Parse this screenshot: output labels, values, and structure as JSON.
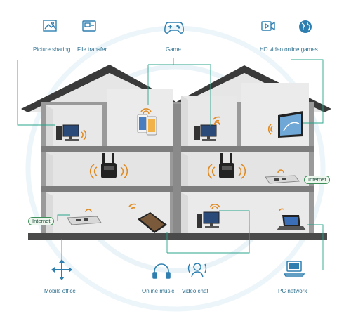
{
  "colors": {
    "accent": "#2e7fb0",
    "label": "#2d6f8e",
    "connector": "#2aa48c",
    "roof": "#3a3a3a",
    "wall": "#8d8d8d",
    "room": "#ececec",
    "wifi": "#e08a22",
    "badge_border": "#3f8f5a"
  },
  "features": {
    "picture_sharing": {
      "label": "Picture sharing",
      "icon": "picture-icon"
    },
    "file_transfer": {
      "label": "File transfer",
      "icon": "file-transfer-icon"
    },
    "game": {
      "label": "Game",
      "icon": "gamepad-icon"
    },
    "hd_video": {
      "label": "HD video online games",
      "icon": "video-camera-icon"
    },
    "globe": {
      "icon": "globe-icon"
    },
    "mobile_office": {
      "label": "Mobile office",
      "icon": "move-arrows-icon"
    },
    "online_music": {
      "label": "Online music",
      "icon": "headphones-icon"
    },
    "video_chat": {
      "label": "Video chat",
      "icon": "video-chat-icon"
    },
    "pc_network": {
      "label": "PC network",
      "icon": "laptop-icon"
    }
  },
  "devices": {
    "internet_left": "Internet",
    "internet_right": "Internet"
  }
}
